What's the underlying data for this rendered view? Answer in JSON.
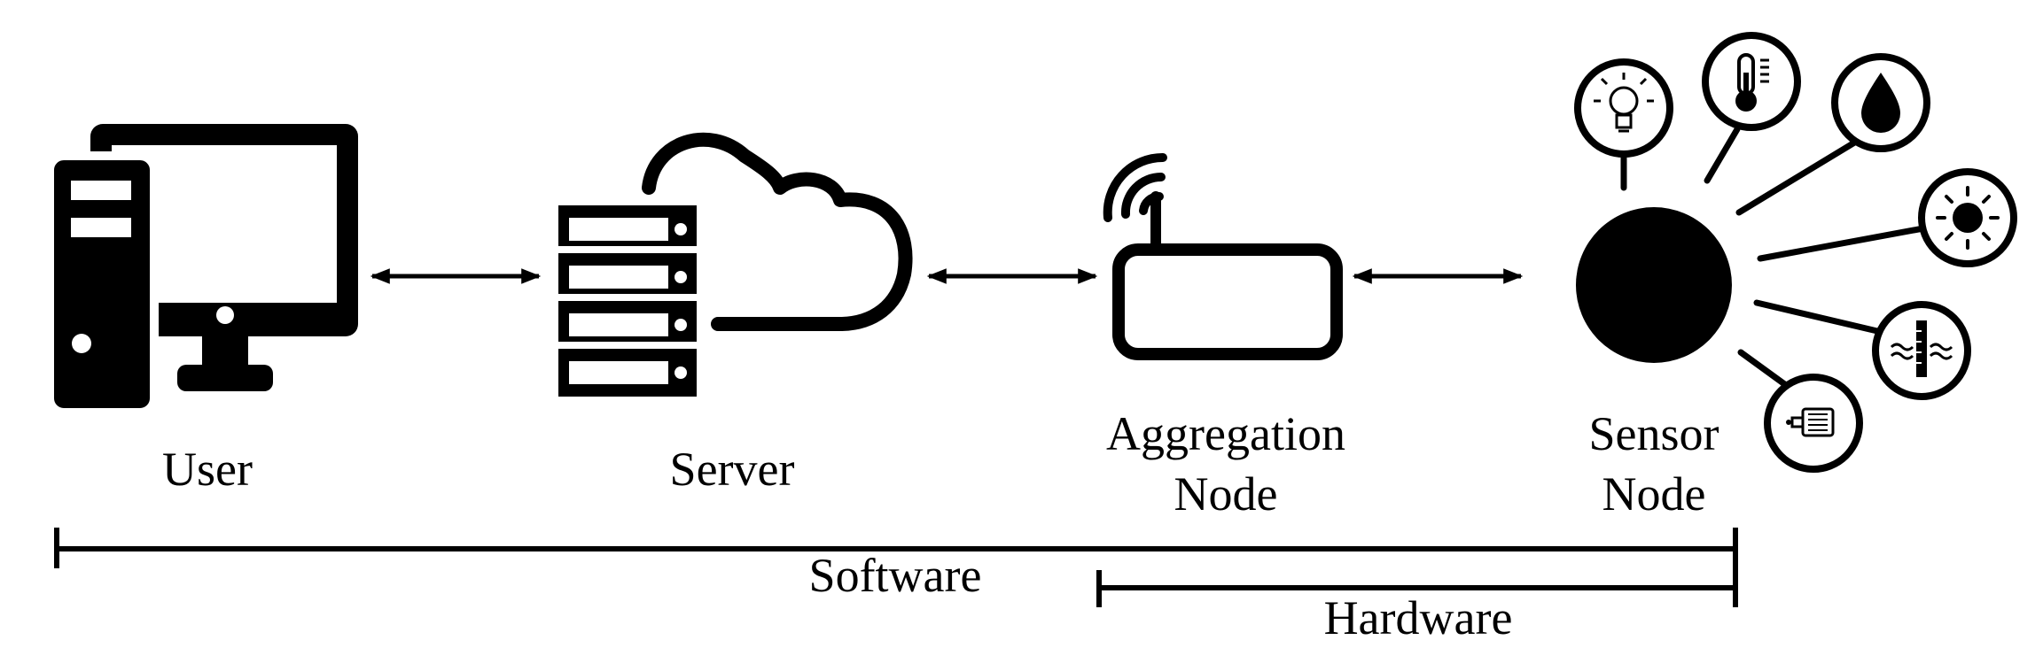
{
  "nodes": [
    {
      "id": "user",
      "label_lines": [
        "User"
      ],
      "icon": "desktop-computer-icon"
    },
    {
      "id": "server",
      "label_lines": [
        "Server"
      ],
      "icon": "cloud-server-icon"
    },
    {
      "id": "aggregation",
      "label_lines": [
        "Aggregation",
        "Node"
      ],
      "icon": "router-icon"
    },
    {
      "id": "sensor",
      "label_lines": [
        "Sensor",
        "Node"
      ],
      "icon": "sensor-node-icon"
    }
  ],
  "connections": [
    {
      "from": "user",
      "to": "server",
      "direction": "bidirectional"
    },
    {
      "from": "server",
      "to": "aggregation",
      "direction": "bidirectional"
    },
    {
      "from": "aggregation",
      "to": "sensor",
      "direction": "bidirectional"
    }
  ],
  "sensors": [
    {
      "icon": "light-bulb-icon"
    },
    {
      "icon": "thermometer-icon"
    },
    {
      "icon": "water-drop-icon"
    },
    {
      "icon": "sun-icon"
    },
    {
      "icon": "water-level-icon"
    },
    {
      "icon": "motor-icon"
    }
  ],
  "spans": {
    "software_label": "Software",
    "hardware_label": "Hardware"
  },
  "colors": {
    "stroke": "#000000",
    "background": "#ffffff"
  }
}
